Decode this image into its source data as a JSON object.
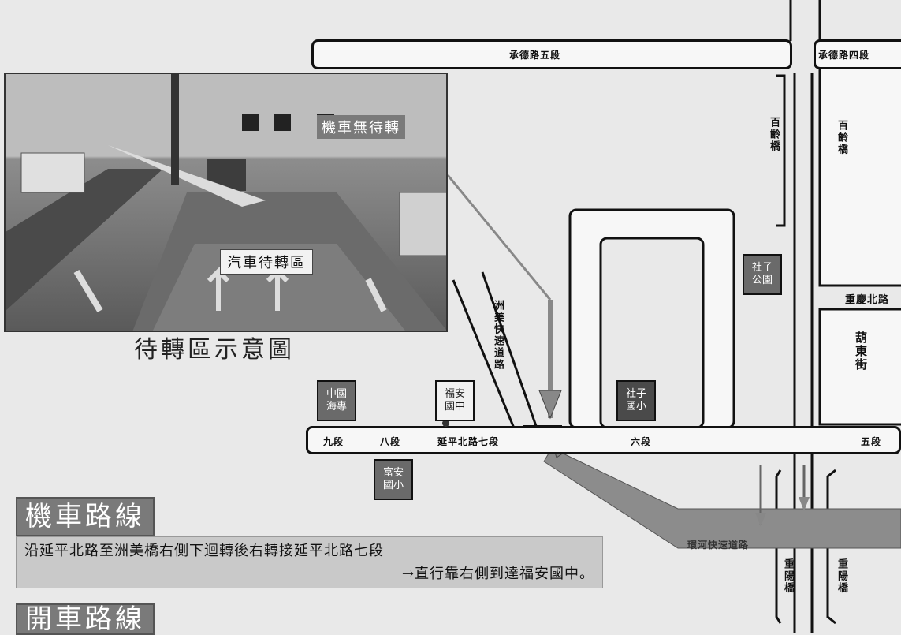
{
  "map": {
    "roads": {
      "chengde_5": "承德路五段",
      "chengde_4": "承德路四段",
      "chongqing_north": "重慶北路",
      "section_9": "九段",
      "section_8": "八段",
      "yanping_7": "延平北路七段",
      "section_6": "六段",
      "section_5": "五段",
      "hulu_east": "葫東街",
      "zhouemei_expressway": "洲美快速道路",
      "river_road": "環河快速道路"
    },
    "bridges": {
      "bailing_left": "百齡橋",
      "bailing_right": "百齡橋",
      "chongyang_left": "重陽橋",
      "chongyang_right": "重陽橋"
    },
    "landmarks": {
      "zhongguo": "中國\n海專",
      "fuan_middle": "福安\n國中",
      "fuan_elem": "富安\n國小",
      "shezi_park": "社子\n公園",
      "shezi_elem": "社子\n國小"
    }
  },
  "photo": {
    "overlay_turn_zone": "汽車待轉區",
    "overlay_moto": "機車無待轉",
    "caption": "待轉區示意圖"
  },
  "routes": {
    "moto_title": "機車路線",
    "moto_desc_line1": "沿延平北路至洲美橋右側下迴轉後右轉接延平北路七段",
    "moto_desc_line2": "→直行靠右側到達福安國中。",
    "car_title": "開車路線"
  }
}
